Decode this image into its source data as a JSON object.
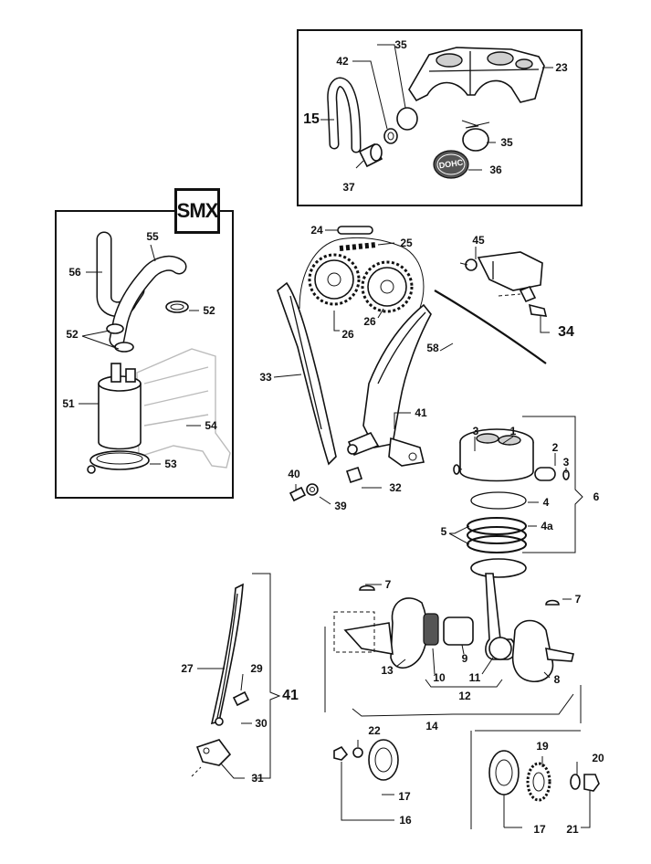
{
  "badge": "SMX",
  "cam_logo": "DOHC",
  "labels": {
    "n1": "1",
    "n2": "2",
    "n3a": "3",
    "n3b": "3",
    "n4": "4",
    "n4a": "4a",
    "n5": "5",
    "n6": "6",
    "n7a": "7",
    "n7b": "7",
    "n8": "8",
    "n9": "9",
    "n10": "10",
    "n11": "11",
    "n12": "12",
    "n13": "13",
    "n14": "14",
    "n15": "15",
    "n16": "16",
    "n17a": "17",
    "n17b": "17",
    "n19": "19",
    "n20": "20",
    "n21": "21",
    "n22": "22",
    "n23": "23",
    "n24": "24",
    "n25": "25",
    "n26a": "26",
    "n26b": "26",
    "n27": "27",
    "n29": "29",
    "n30": "30",
    "n31": "31",
    "n32": "32",
    "n33": "33",
    "n34": "34",
    "n35a": "35",
    "n35b": "35",
    "n36": "36",
    "n37": "37",
    "n39": "39",
    "n40": "40",
    "n41a": "41",
    "n41b": "41",
    "n42": "42",
    "n45": "45",
    "n51": "51",
    "n52a": "52",
    "n52b": "52",
    "n53": "53",
    "n54": "54",
    "n55": "55",
    "n56": "56",
    "n58": "58"
  }
}
